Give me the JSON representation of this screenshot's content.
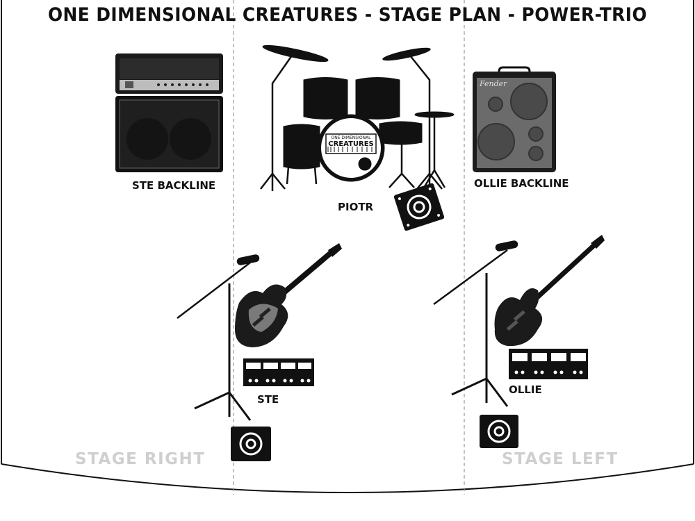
{
  "title": "ONE DIMENSIONAL CREATURES - STAGE PLAN - POWER-TRIO",
  "labels": {
    "ste_backline": "STE BACKLINE",
    "piotr": "PIOTR",
    "ollie_backline": "OLLIE BACKLINE",
    "ste": "STE",
    "ollie": "OLLIE",
    "stage_right": "STAGE RIGHT",
    "stage_left": "STAGE LEFT"
  },
  "bass_drum_logo": {
    "line1": "ONE DIMENSIONAL",
    "line2": "CREATURES"
  },
  "amp_brand": "Fender",
  "colors": {
    "ink": "#111111",
    "stage_side_text": "#cfcfcf",
    "divider": "#9a9a9a"
  }
}
